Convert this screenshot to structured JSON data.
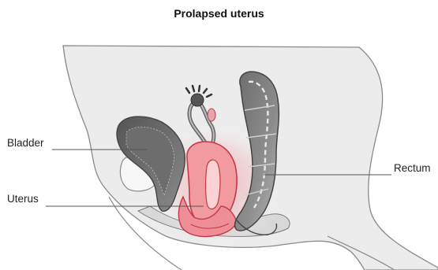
{
  "title": "Prolapsed uterus",
  "labels": {
    "bladder": "Bladder",
    "uterus": "Uterus",
    "rectum": "Rectum"
  },
  "colors": {
    "body_fill": "#ebebeb",
    "outline": "#555555",
    "organ_dark": "#4a4a4a",
    "organ_mid": "#9a9a9a",
    "uterus_fill": "#f2a3a6",
    "uterus_glow": "#f5c6c6",
    "uterus_outline": "#c23a48"
  }
}
